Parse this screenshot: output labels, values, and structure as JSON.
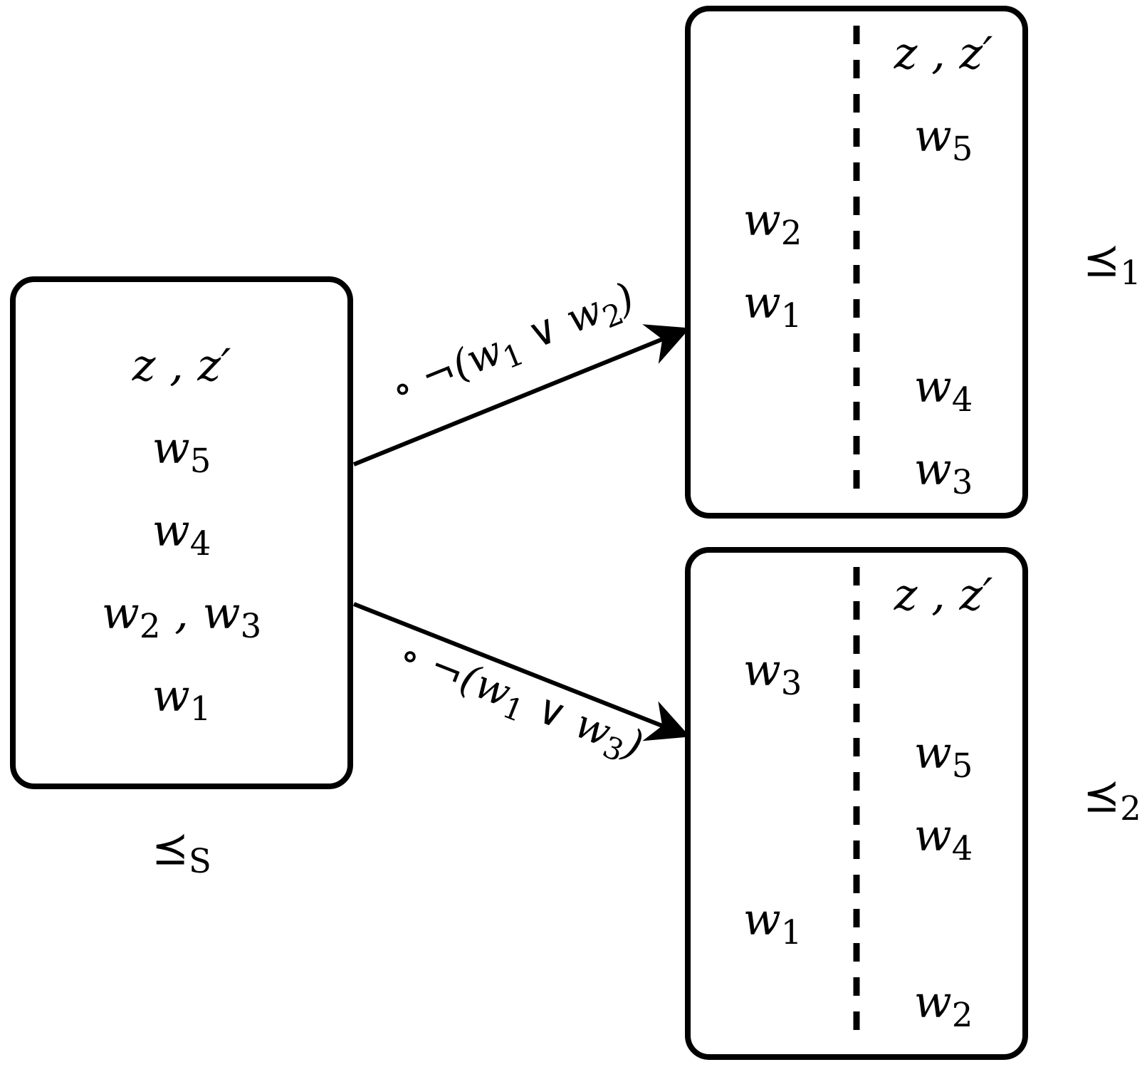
{
  "source_box": {
    "worlds": [
      "z , z′",
      "w5",
      "w4",
      "w2 , w3",
      "w1"
    ],
    "label": "⪯S"
  },
  "arrow_top": {
    "label": "∘ ¬(w1 ∨ w2)"
  },
  "arrow_bottom": {
    "label": "∘ ¬(w1 ∨ w3)"
  },
  "result_box_1": {
    "label": "⪯1",
    "left_column": [
      "w2",
      "w1"
    ],
    "right_column": [
      "z , z′",
      "w5",
      "w4",
      "w3"
    ]
  },
  "result_box_2": {
    "label": "⪯2",
    "left_column": [
      "w3",
      "w1"
    ],
    "right_column": [
      "z , z′",
      "w5",
      "w4",
      "w2"
    ]
  }
}
